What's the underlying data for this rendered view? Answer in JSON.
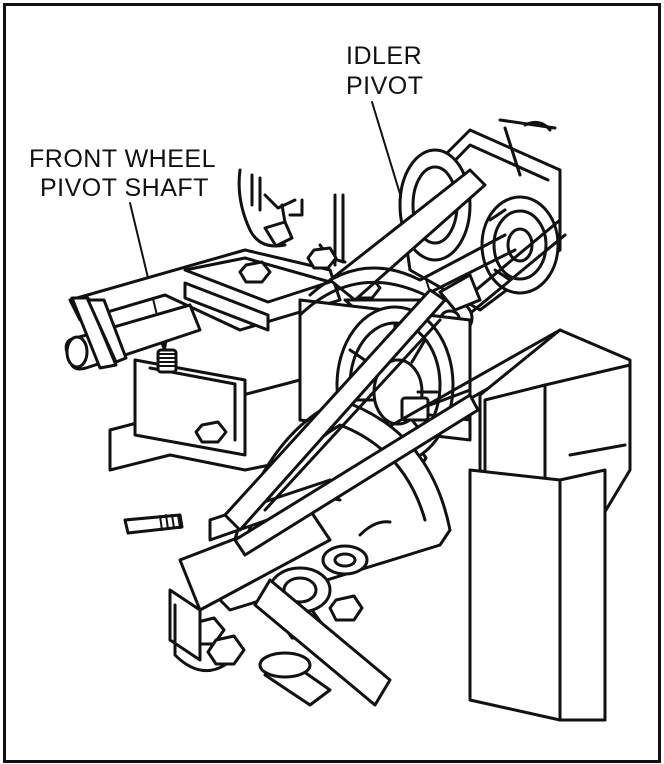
{
  "labels": {
    "idler_line1": "IDLER",
    "idler_line2": "PIVOT",
    "front_line1": "FRONT WHEEL",
    "front_line2": "PIVOT SHAFT"
  },
  "colors": {
    "ink": "#111111",
    "paper": "#ffffff"
  }
}
